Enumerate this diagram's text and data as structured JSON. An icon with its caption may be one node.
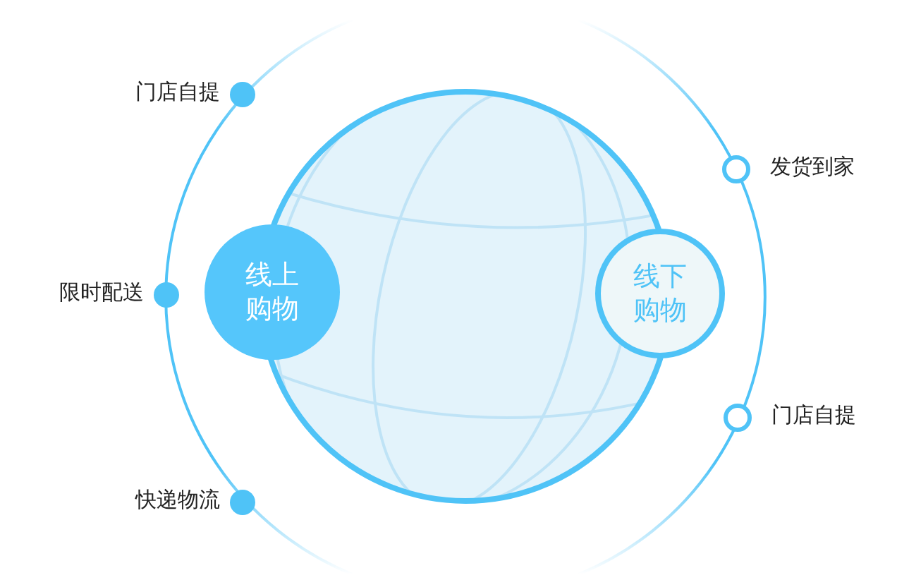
{
  "diagram": {
    "nodes": [
      {
        "text": [
          "门店自提"
        ]
      },
      {
        "text": [
          "发货到家"
        ]
      },
      {
        "text": [],
        "shape": "circle"
      },
      {
        "text": [
          "线上购物"
        ]
      },
      {
        "text": [
          "限时配送"
        ]
      },
      {
        "text": [
          "线下购物"
        ]
      },
      {
        "text": [
          "门店自提"
        ]
      },
      {
        "text": [
          "快递物流"
        ]
      }
    ]
  }
}
